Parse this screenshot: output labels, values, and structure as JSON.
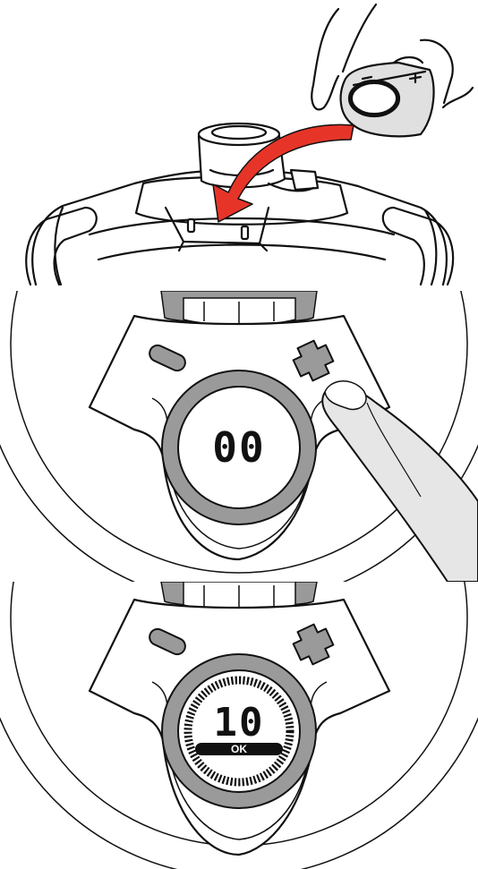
{
  "steps": [
    {
      "id": "step-attach-timer",
      "display": ""
    },
    {
      "id": "step-press-plus",
      "display": "00"
    },
    {
      "id": "step-confirmed",
      "display": "10",
      "status": "OK"
    }
  ],
  "colors": {
    "arrow": "#e63528",
    "ring": "#9a9a9a",
    "skin": "#e6e6e6",
    "stroke": "#111111"
  }
}
